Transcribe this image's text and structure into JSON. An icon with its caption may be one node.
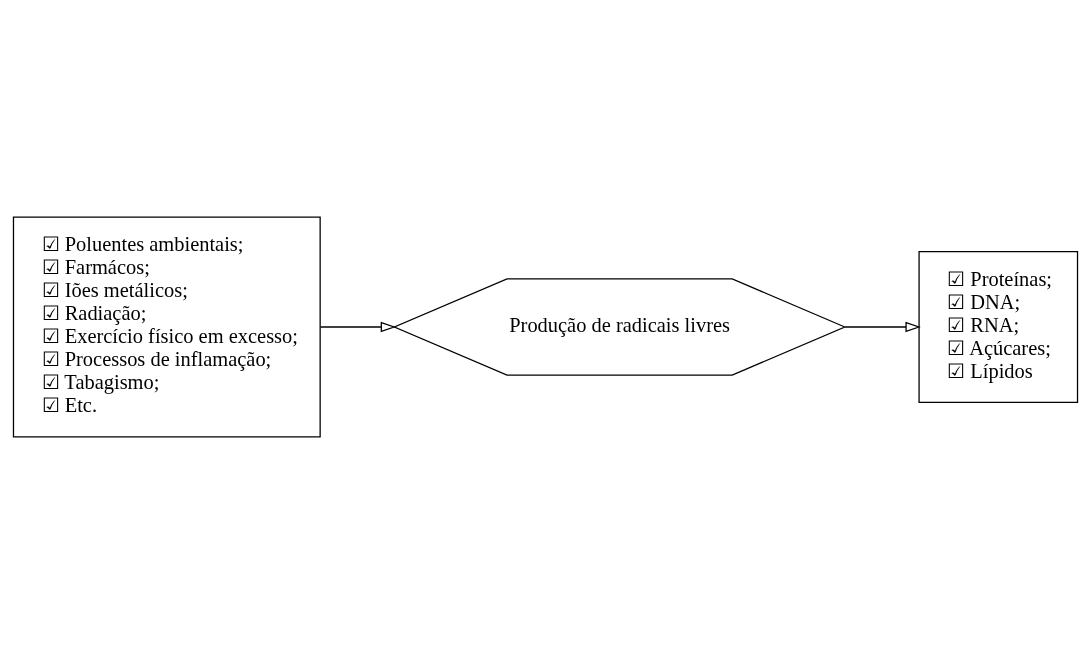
{
  "diagram": {
    "nodes": [
      {
        "text": [
          "☑ Poluentes ambientais;",
          "☑ Farmácos;",
          "☑ Iões metálicos;",
          "☑ Radiação;",
          "☑ Exercício físico em excesso;",
          "☑ Processos de inflamação;",
          "☑ Tabagismo;",
          "☑ Etc."
        ]
      },
      {
        "text": [
          "Produção de radicais livres"
        ]
      },
      {
        "text": [
          "☑ Proteínas;",
          "☑ DNA;",
          "☑ RNA;",
          "☑ Açúcares;",
          "☑ Lípidos"
        ]
      }
    ],
    "edges": [
      {
        "from": 0,
        "to": 1,
        "arrow": "to"
      },
      {
        "from": 1,
        "to": 2,
        "arrow": "to"
      }
    ]
  }
}
